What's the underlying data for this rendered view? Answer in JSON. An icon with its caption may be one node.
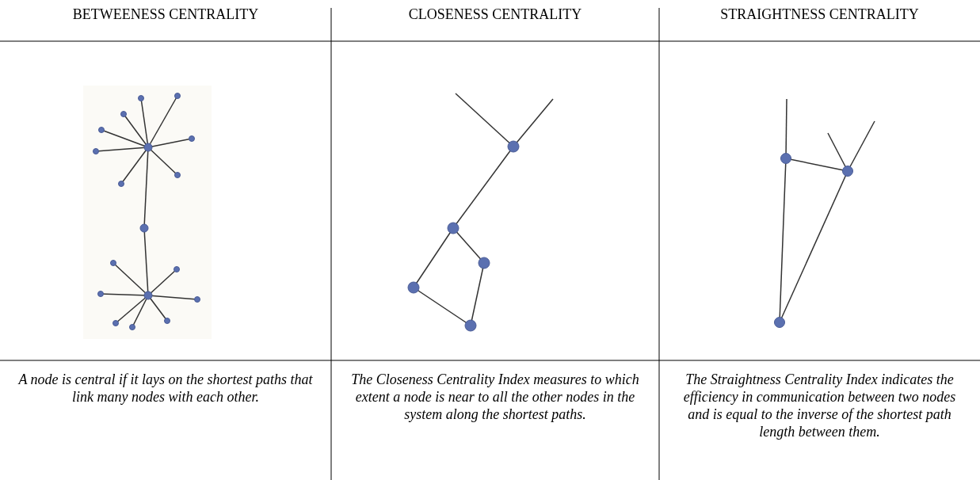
{
  "diagram": {
    "labels": [
      "BETWEENESS CENTRALITY",
      "CLOSENESS CENTRALITY",
      "STRAIGHTNESS CENTRALITY",
      "A node is central if it lays on the shortest paths that link many nodes with each other.",
      "The Closeness Centrality Index measures to which extent a node is near to all the other nodes in the system along the shortest paths.",
      "The Straightness Centrality Index indicates the efficiency in communication between two nodes and is equal to the inverse of the shortest path length between them."
    ]
  }
}
